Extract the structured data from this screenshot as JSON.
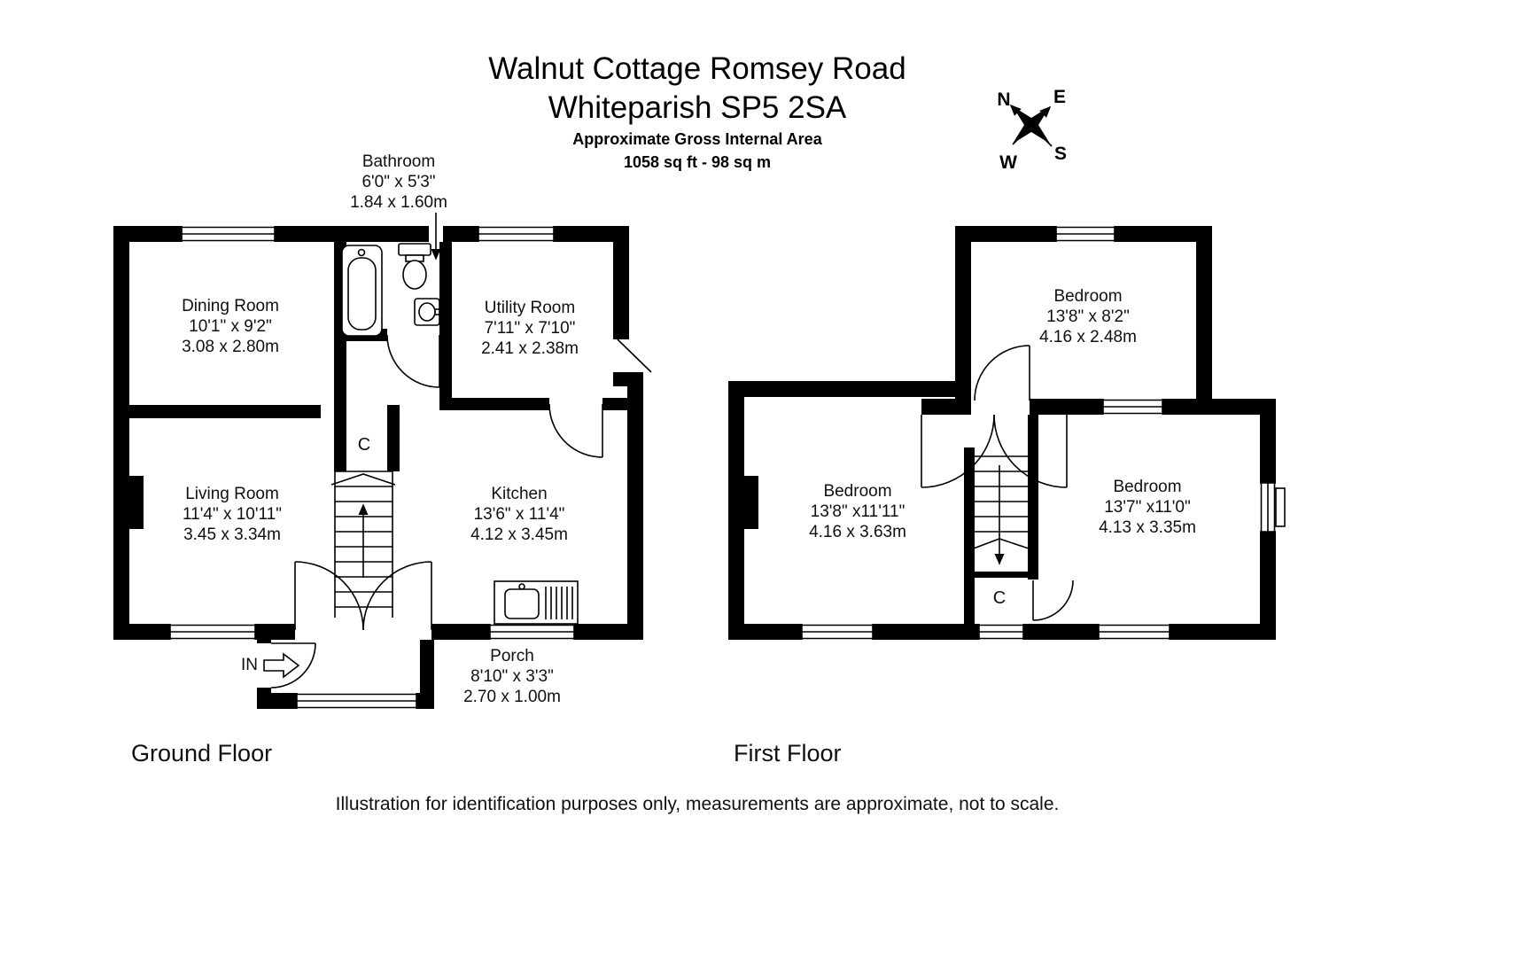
{
  "header": {
    "title_line1": "Walnut Cottage Romsey Road",
    "title_line2": "Whiteparish SP5 2SA",
    "subtitle": "Approximate Gross Internal Area",
    "area": "1058 sq ft - 98 sq m"
  },
  "compass": {
    "north": "N",
    "east": "E",
    "south": "S",
    "west": "W"
  },
  "ground_floor": {
    "label": "Ground Floor",
    "bathroom": {
      "name": "Bathroom",
      "imperial": "6'0\" x 5'3\"",
      "metric": "1.84 x 1.60m"
    },
    "dining": {
      "name": "Dining Room",
      "imperial": "10'1\" x 9'2\"",
      "metric": "3.08 x 2.80m"
    },
    "utility": {
      "name": "Utility Room",
      "imperial": "7'11\" x 7'10\"",
      "metric": "2.41 x 2.38m"
    },
    "living": {
      "name": "Living Room",
      "imperial": "11'4\" x 10'11\"",
      "metric": "3.45 x 3.34m"
    },
    "kitchen": {
      "name": "Kitchen",
      "imperial": "13'6\" x 11'4\"",
      "metric": "4.12 x 3.45m"
    },
    "porch": {
      "name": "Porch",
      "imperial": "8'10\" x 3'3\"",
      "metric": "2.70 x 1.00m"
    },
    "closet": "C",
    "entrance": "IN"
  },
  "first_floor": {
    "label": "First Floor",
    "bedroom_top": {
      "name": "Bedroom",
      "imperial": "13'8\" x 8'2\"",
      "metric": "4.16 x 2.48m"
    },
    "bedroom_left": {
      "name": "Bedroom",
      "imperial": "13'8\" x11'11\"",
      "metric": "4.16 x 3.63m"
    },
    "bedroom_right": {
      "name": "Bedroom",
      "imperial": "13'7\" x11'0\"",
      "metric": "4.13 x 3.35m"
    },
    "closet": "C"
  },
  "footer": {
    "disclaimer": "Illustration for identification purposes only, measurements are approximate, not to scale."
  }
}
